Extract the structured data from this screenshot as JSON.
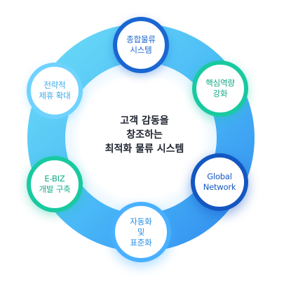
{
  "center": {
    "lines": [
      "고객 감동을",
      "창조하는",
      "최적화 물류 시스템"
    ]
  },
  "nodes": [
    {
      "id": "integrated-logistics",
      "lines": [
        "종합물류",
        "시스템"
      ],
      "color": "#1a66d2"
    },
    {
      "id": "core-capability",
      "lines": [
        "핵심역량",
        "강화"
      ],
      "color": "#19c9a0"
    },
    {
      "id": "global-network",
      "lines": [
        "Global",
        "Network"
      ],
      "color": "#1457c2"
    },
    {
      "id": "automation-standardization",
      "lines": [
        "자동화",
        "및",
        "표준화"
      ],
      "color": "#49b0ff"
    },
    {
      "id": "e-biz",
      "lines": [
        "E-BIZ",
        "개발 구축"
      ],
      "color": "#19c9a0"
    },
    {
      "id": "strategic-alliance",
      "lines": [
        "전략적",
        "제휴 확대"
      ],
      "color": "#6fd2ff"
    }
  ],
  "ring": {
    "color_start": "#5fd3f3",
    "color_end": "#2f8cf2"
  }
}
